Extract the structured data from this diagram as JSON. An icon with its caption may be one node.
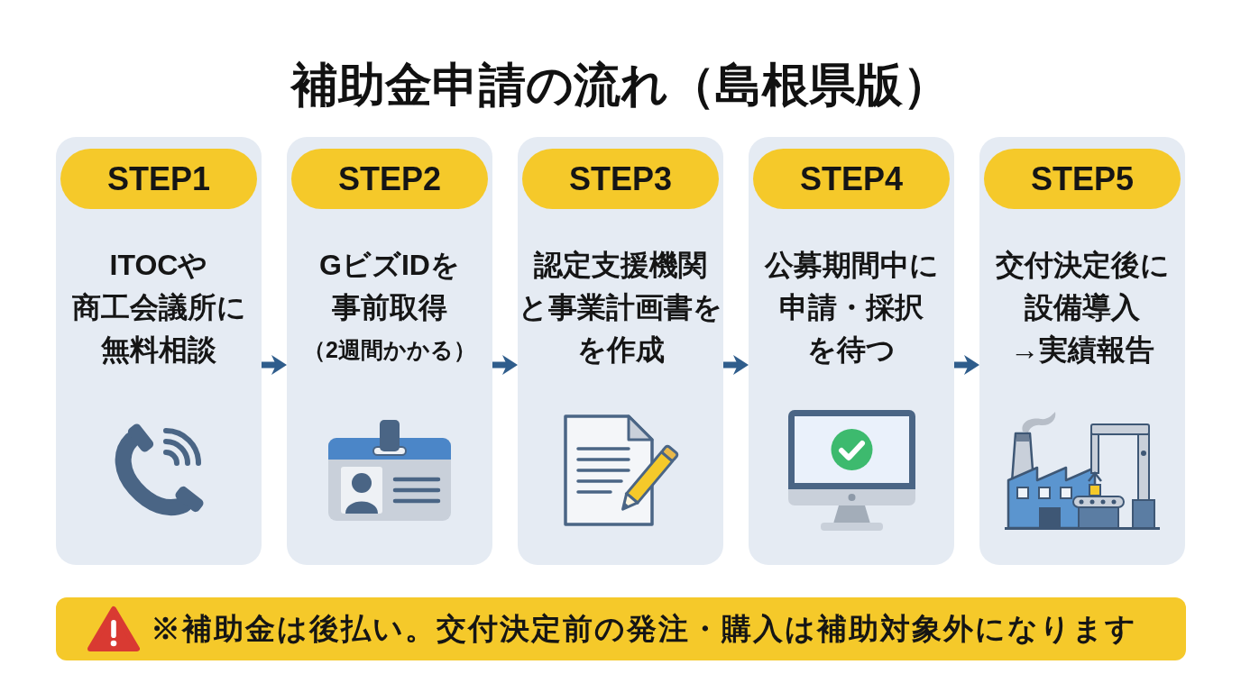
{
  "diagram": {
    "title": "補助金申請の流れ（島根県版）",
    "nodes": [
      {
        "text": [
          "ITOCや商工会議所に無料相談"
        ]
      },
      {
        "text": [
          "STEP1"
        ],
        "in": 0
      },
      {
        "text": [
          "GビズIDを事前取得",
          "（2週間かかる）"
        ]
      },
      {
        "text": [
          "STEP2"
        ],
        "in": 2
      },
      {
        "text": [
          "認定支援機関と事業計画書をを作成"
        ]
      },
      {
        "text": [
          "STEP3"
        ],
        "in": 4
      },
      {
        "text": [
          "公募期間中に申請・採択を待つ"
        ]
      },
      {
        "text": [
          "STEP4"
        ],
        "in": 6
      },
      {
        "text": [
          "交付決定後に設備導入→実績報告"
        ]
      },
      {
        "text": [
          "STEP5"
        ],
        "in": 8
      },
      {
        "text": [
          "※補助金は後払い。交付決定前の発注・購入は補助対象外になります"
        ]
      }
    ],
    "edges": [
      {
        "from": 0,
        "to": 2,
        "arrow": "to"
      },
      {
        "from": 2,
        "to": 4,
        "arrow": "to"
      },
      {
        "from": 4,
        "to": 6,
        "arrow": "to"
      },
      {
        "from": 6,
        "to": 8,
        "arrow": "to"
      }
    ]
  }
}
